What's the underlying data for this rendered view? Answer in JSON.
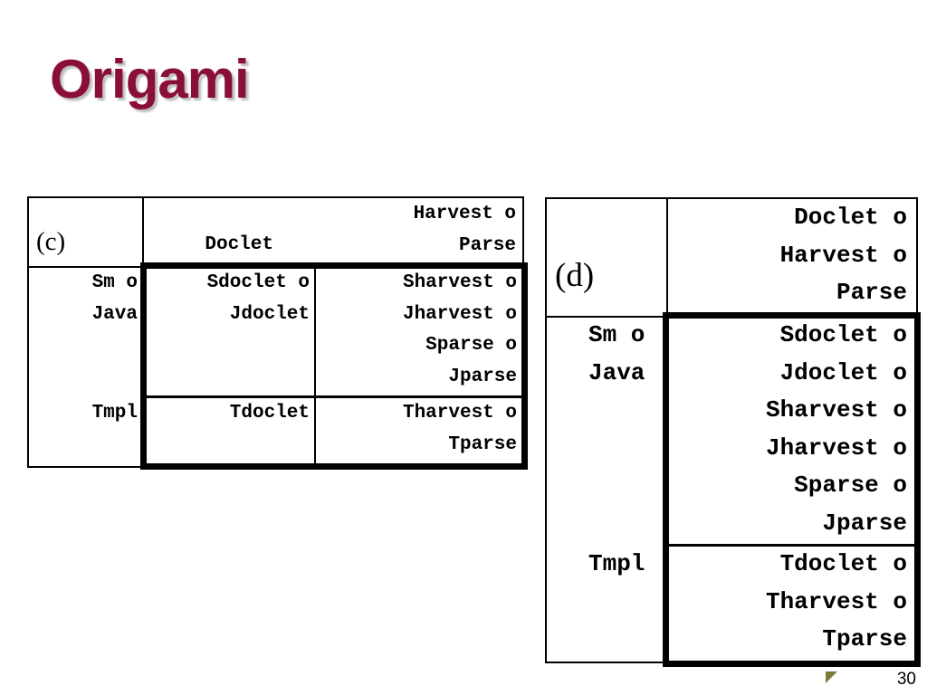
{
  "slide": {
    "title": "Origami",
    "page_number": "30"
  },
  "figure_c": {
    "label": "(c)",
    "col_headers": [
      {
        "lines": [
          "Doclet"
        ]
      },
      {
        "lines": [
          "Harvest o",
          "Parse"
        ]
      }
    ],
    "rows": [
      {
        "header": [
          "Sm o",
          "Java"
        ],
        "cells": [
          [
            "Sdoclet o",
            "Jdoclet"
          ],
          [
            "Sharvest o",
            "Jharvest o",
            "Sparse o",
            "Jparse"
          ]
        ]
      },
      {
        "header": [
          "Tmpl"
        ],
        "cells": [
          [
            "Tdoclet"
          ],
          [
            "Tharvest o",
            "Tparse"
          ]
        ]
      }
    ]
  },
  "figure_d": {
    "label": "(d)",
    "col_header": [
      "Doclet o",
      "Harvest o",
      "Parse"
    ],
    "rows": [
      {
        "header": [
          "Sm o",
          "Java"
        ],
        "cell": [
          "Sdoclet o",
          "Jdoclet o",
          "Sharvest o",
          "Jharvest o",
          "Sparse o",
          "Jparse"
        ]
      },
      {
        "header": [
          "Tmpl"
        ],
        "cell": [
          "Tdoclet o",
          "Tharvest o",
          "Tparse"
        ]
      }
    ]
  }
}
